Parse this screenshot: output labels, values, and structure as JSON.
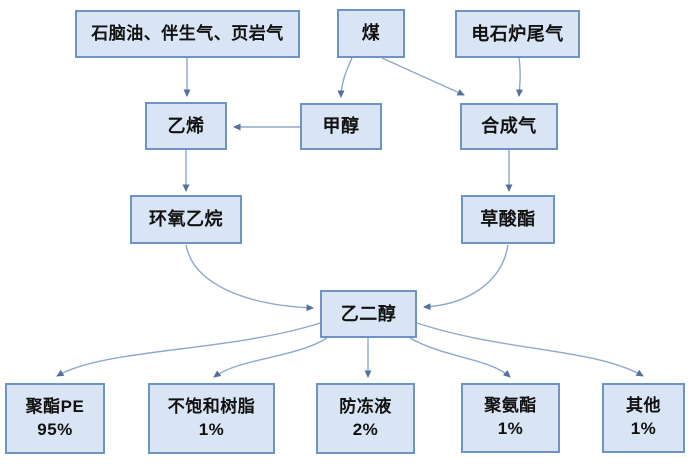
{
  "diagram": {
    "background_color": "#ffffff",
    "box_fill_color": "#d9e5f4",
    "box_border_color": "#6e93c5",
    "arrow_line_color": "#8fa7cf",
    "arrowhead_color": "#53719f",
    "nodes": {
      "feedstock": {
        "label": "石脑油、伴生气、页岩气"
      },
      "coal": {
        "label": "煤"
      },
      "carbide_tail_gas": {
        "label": "电石炉尾气"
      },
      "ethylene": {
        "label": "乙烯"
      },
      "methanol": {
        "label": "甲醇"
      },
      "syngas": {
        "label": "合成气"
      },
      "ethylene_oxide": {
        "label": "环氧乙烷"
      },
      "oxalate_ester": {
        "label": "草酸酯"
      },
      "ethylene_glycol": {
        "label": "乙二醇"
      },
      "polyester": {
        "label": "聚酯PE",
        "share": "95%"
      },
      "unsaturated_resin": {
        "label": "不饱和树脂",
        "share": "1%"
      },
      "antifreeze": {
        "label": "防冻液",
        "share": "2%"
      },
      "polyurethane": {
        "label": "聚氨酯",
        "share": "1%"
      },
      "other": {
        "label": "其他",
        "share": "1%"
      }
    },
    "edges": [
      {
        "from": "石脑油、伴生气、页岩气",
        "to": "乙烯"
      },
      {
        "from": "煤",
        "to": "甲醇"
      },
      {
        "from": "煤",
        "to": "合成气"
      },
      {
        "from": "电石炉尾气",
        "to": "合成气"
      },
      {
        "from": "甲醇",
        "to": "乙烯"
      },
      {
        "from": "乙烯",
        "to": "环氧乙烷"
      },
      {
        "from": "合成气",
        "to": "草酸酯"
      },
      {
        "from": "环氧乙烷",
        "to": "乙二醇"
      },
      {
        "from": "草酸酯",
        "to": "乙二醇"
      },
      {
        "from": "乙二醇",
        "to": "聚酯PE"
      },
      {
        "from": "乙二醇",
        "to": "不饱和树脂"
      },
      {
        "from": "乙二醇",
        "to": "防冻液"
      },
      {
        "from": "乙二醇",
        "to": "聚氨酯"
      },
      {
        "from": "乙二醇",
        "to": "其他"
      }
    ]
  }
}
